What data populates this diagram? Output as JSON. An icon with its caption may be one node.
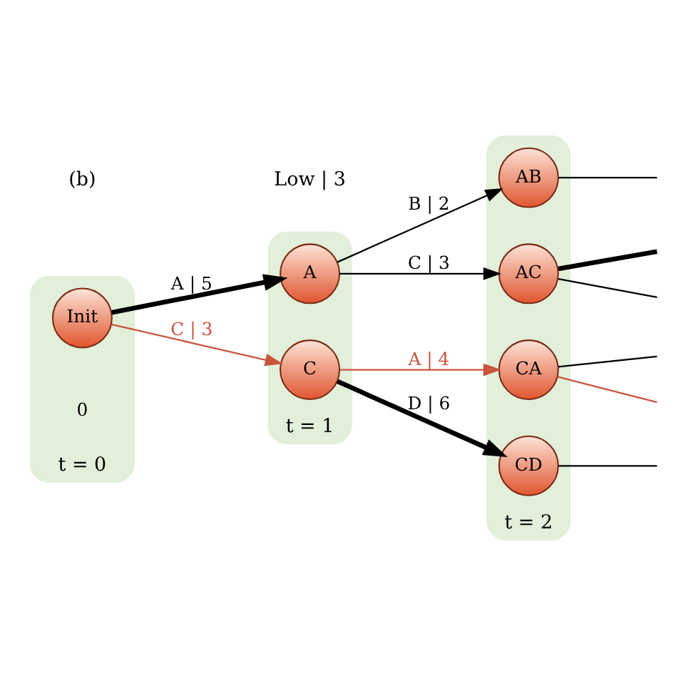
{
  "diagram": {
    "nodes": [
      {
        "text": [
          "t = 0"
        ]
      },
      {
        "text": [
          "t = 1"
        ]
      },
      {
        "text": [
          "t = 2"
        ]
      },
      {
        "text": [
          "Init"
        ],
        "in": 0,
        "beside": [
          "0"
        ]
      },
      {
        "text": [
          "A"
        ],
        "in": 1
      },
      {
        "text": [
          "C"
        ],
        "in": 1
      },
      {
        "text": [
          "AB"
        ],
        "in": 2
      },
      {
        "text": [
          "AC"
        ],
        "in": 2
      },
      {
        "text": [
          "CA"
        ],
        "in": 2
      },
      {
        "text": [
          "CD"
        ],
        "in": 2
      }
    ],
    "edges": [
      {
        "from": 3,
        "to": 4,
        "arrow": "to",
        "label": "A | 5",
        "style": "thick"
      },
      {
        "from": 3,
        "to": 5,
        "arrow": "to",
        "label": "C | 3",
        "color": "#c8553d"
      },
      {
        "from": 4,
        "to": 6,
        "arrow": "to",
        "label": "B | 2"
      },
      {
        "from": 4,
        "to": 7,
        "arrow": "to",
        "label": "C | 3"
      },
      {
        "from": 5,
        "to": 8,
        "arrow": "to",
        "label": "A | 4",
        "color": "#c8553d"
      },
      {
        "from": 5,
        "to": 9,
        "arrow": "to",
        "label": "D | 6",
        "style": "thick"
      },
      {
        "from": 6,
        "to": null,
        "arrow": "none"
      },
      {
        "from": 7,
        "to": null,
        "arrow": "none"
      },
      {
        "from": 7,
        "to": null,
        "arrow": "none",
        "style": "thick"
      },
      {
        "from": 8,
        "to": null,
        "arrow": "none",
        "color": "#c8553d"
      },
      {
        "from": 8,
        "to": null,
        "arrow": "none"
      },
      {
        "from": 9,
        "to": null,
        "arrow": "none"
      }
    ],
    "labels": [
      "(b)",
      "Low | 3"
    ]
  }
}
